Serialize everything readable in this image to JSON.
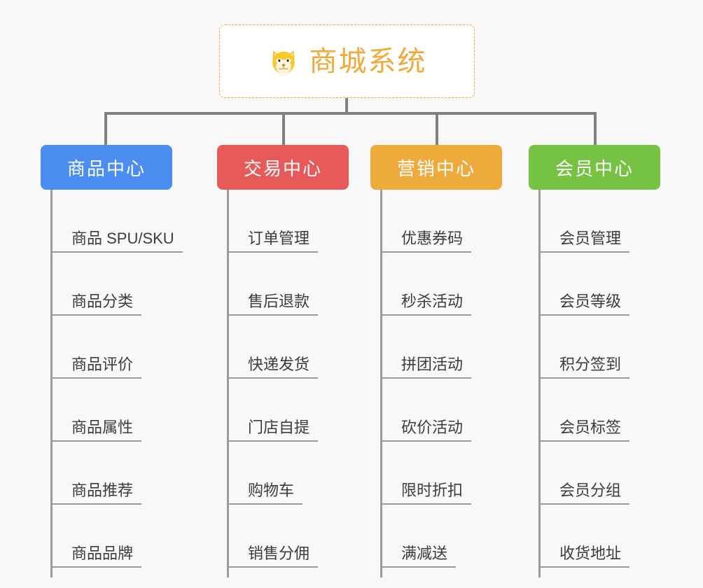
{
  "diagram": {
    "type": "org-chart",
    "background_color": "#f8f8f8",
    "connector_color": "#808080",
    "root": {
      "title": "商城系统",
      "icon": "shiba-dog-emoji",
      "text_color": "#eeab3c",
      "border_color": "#eeab3c",
      "background_color": "#ffffff",
      "border_style": "dashed"
    },
    "columns": [
      {
        "header": "商品中心",
        "color": "#4b8df0",
        "items": [
          "商品 SPU/SKU",
          "商品分类",
          "商品评价",
          "商品属性",
          "商品推荐",
          "商品品牌"
        ]
      },
      {
        "header": "交易中心",
        "color": "#e85a5a",
        "items": [
          "订单管理",
          "售后退款",
          "快递发货",
          "门店自提",
          "购物车",
          "销售分佣"
        ]
      },
      {
        "header": "营销中心",
        "color": "#eeab3c",
        "items": [
          "优惠券码",
          "秒杀活动",
          "拼团活动",
          "砍价活动",
          "限时折扣",
          "满减送"
        ]
      },
      {
        "header": "会员中心",
        "color": "#76c243",
        "items": [
          "会员管理",
          "会员等级",
          "积分签到",
          "会员标签",
          "会员分组",
          "收货地址"
        ]
      }
    ]
  }
}
